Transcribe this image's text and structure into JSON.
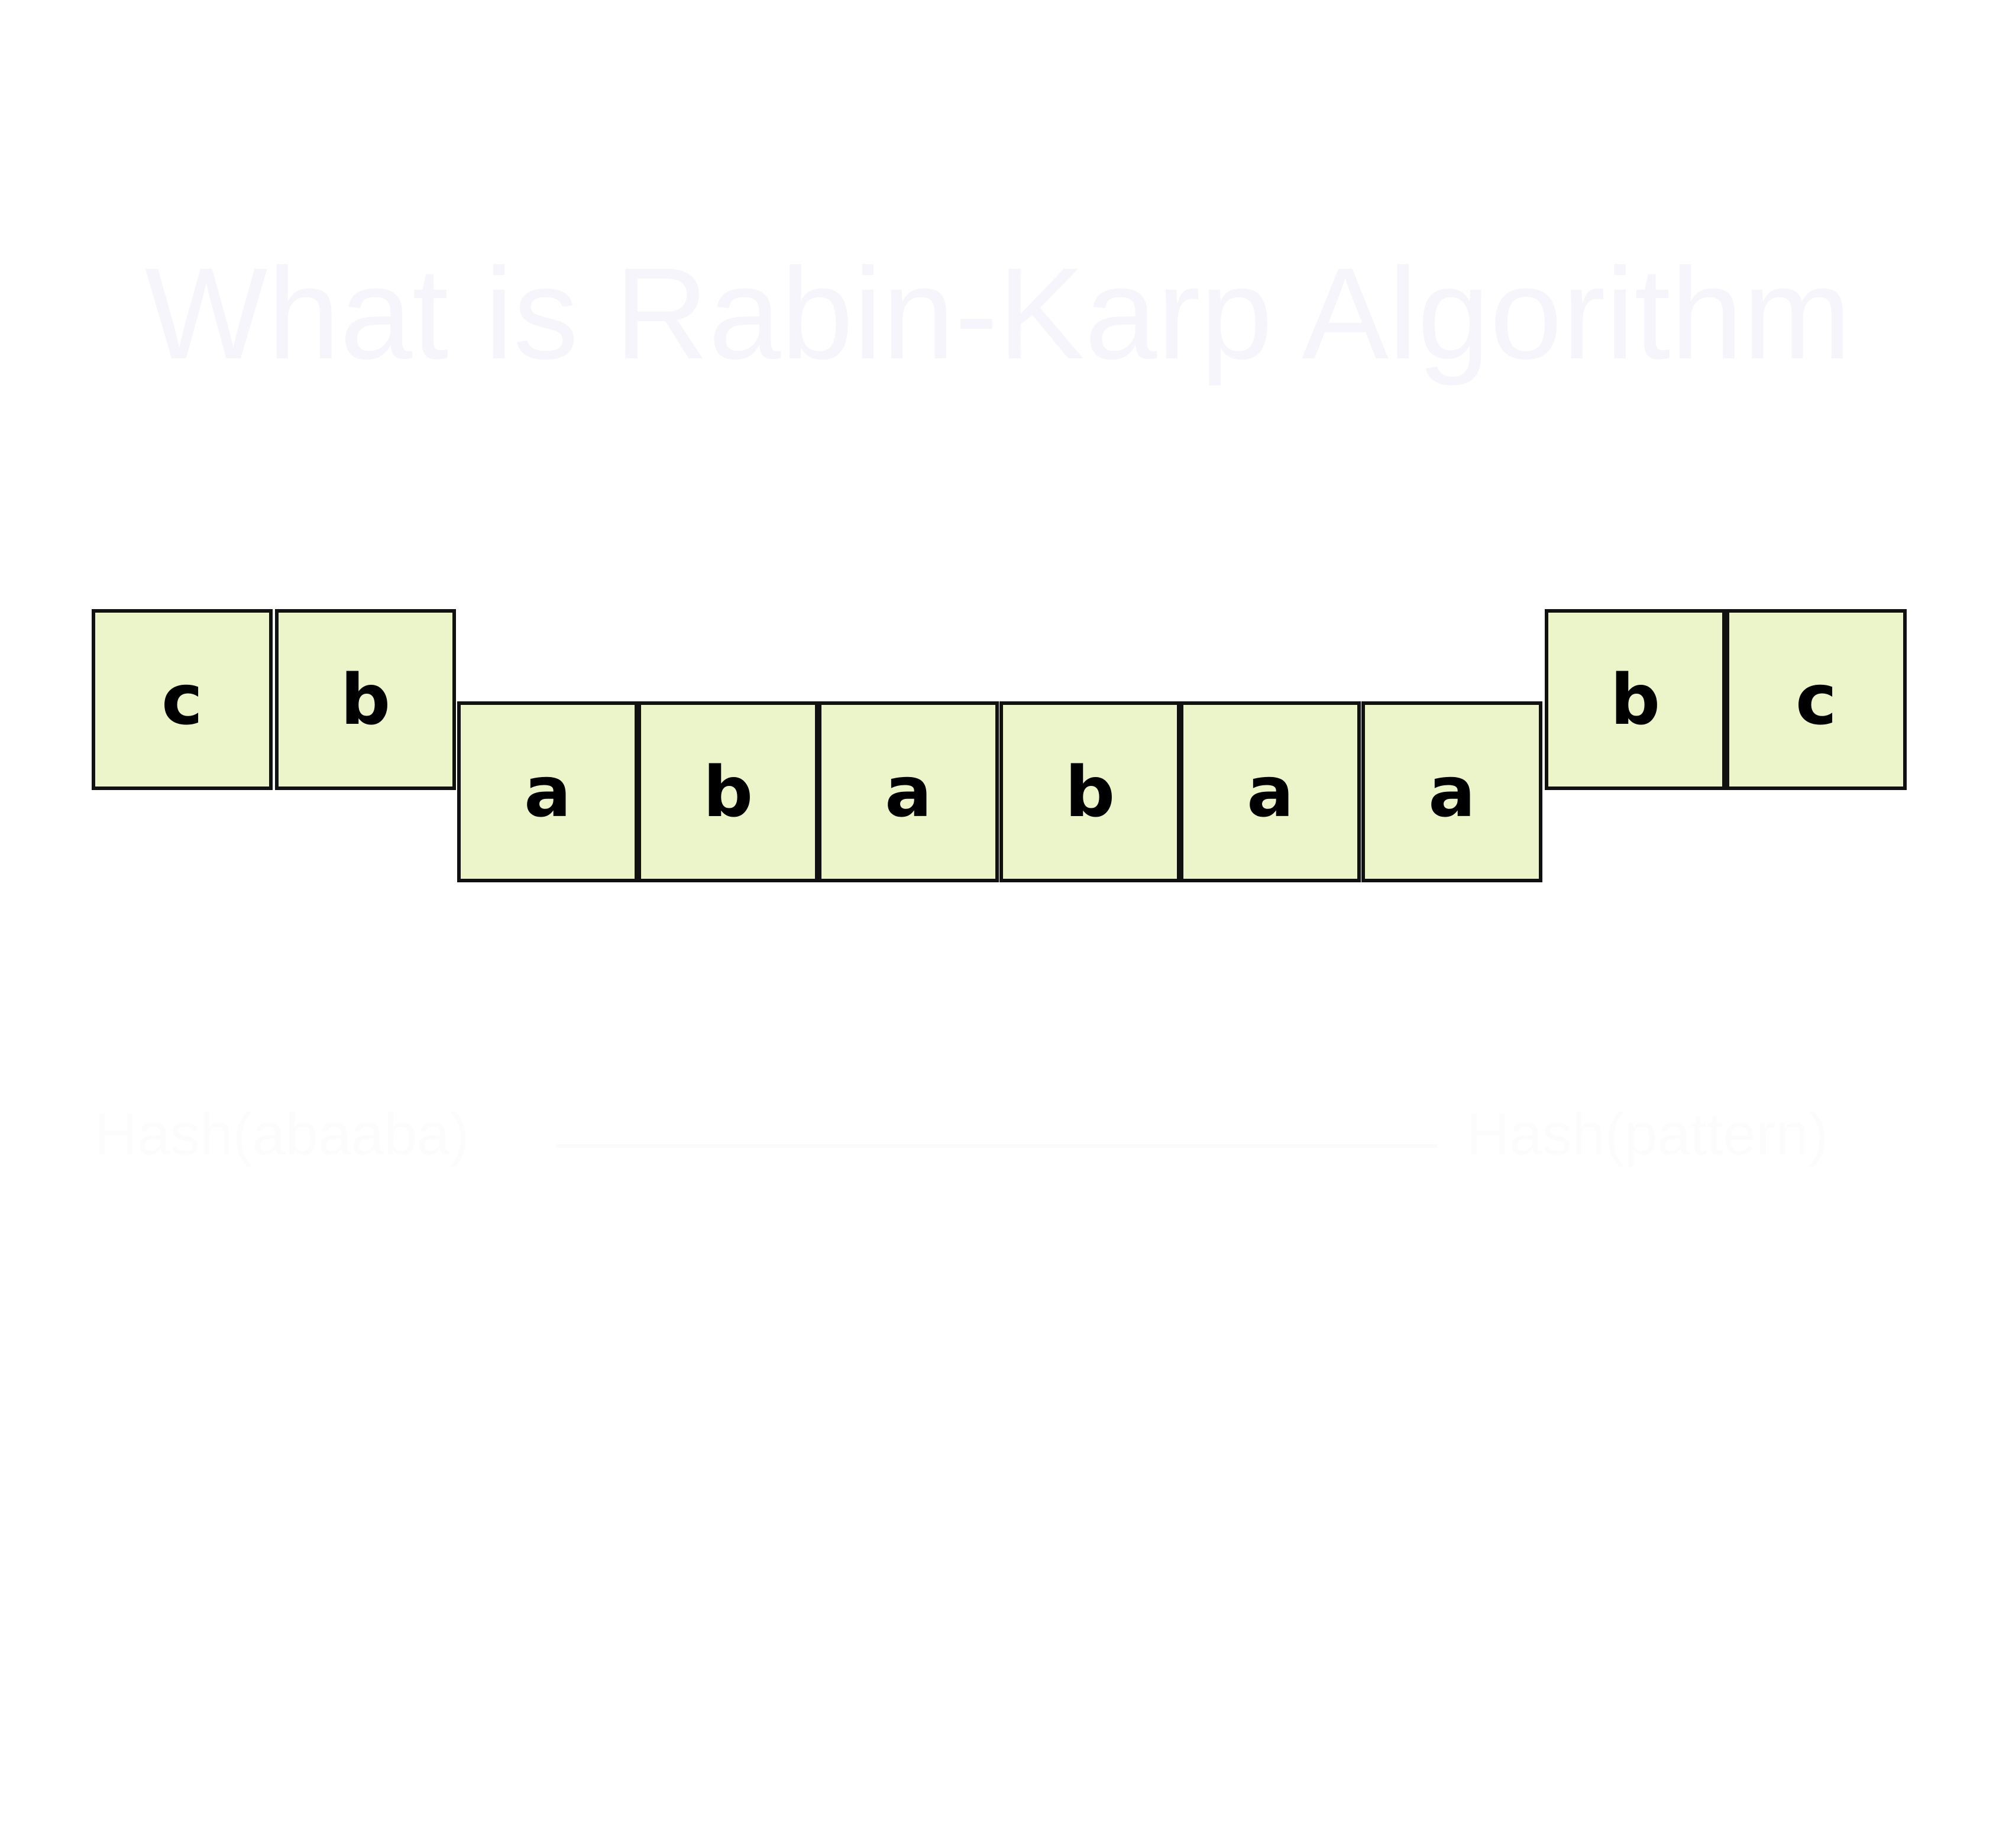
{
  "title": "What is Rabin-Karp Algorithm",
  "cell_fill_color": "#ecf5c9",
  "cell_border_color": "#111111",
  "cells": [
    "c",
    "b",
    "a",
    "b",
    "a",
    "b",
    "a",
    "a",
    "b",
    "c"
  ],
  "faint_label_left": "Hash(abaaba)",
  "faint_label_right": "Hash(pattern)"
}
